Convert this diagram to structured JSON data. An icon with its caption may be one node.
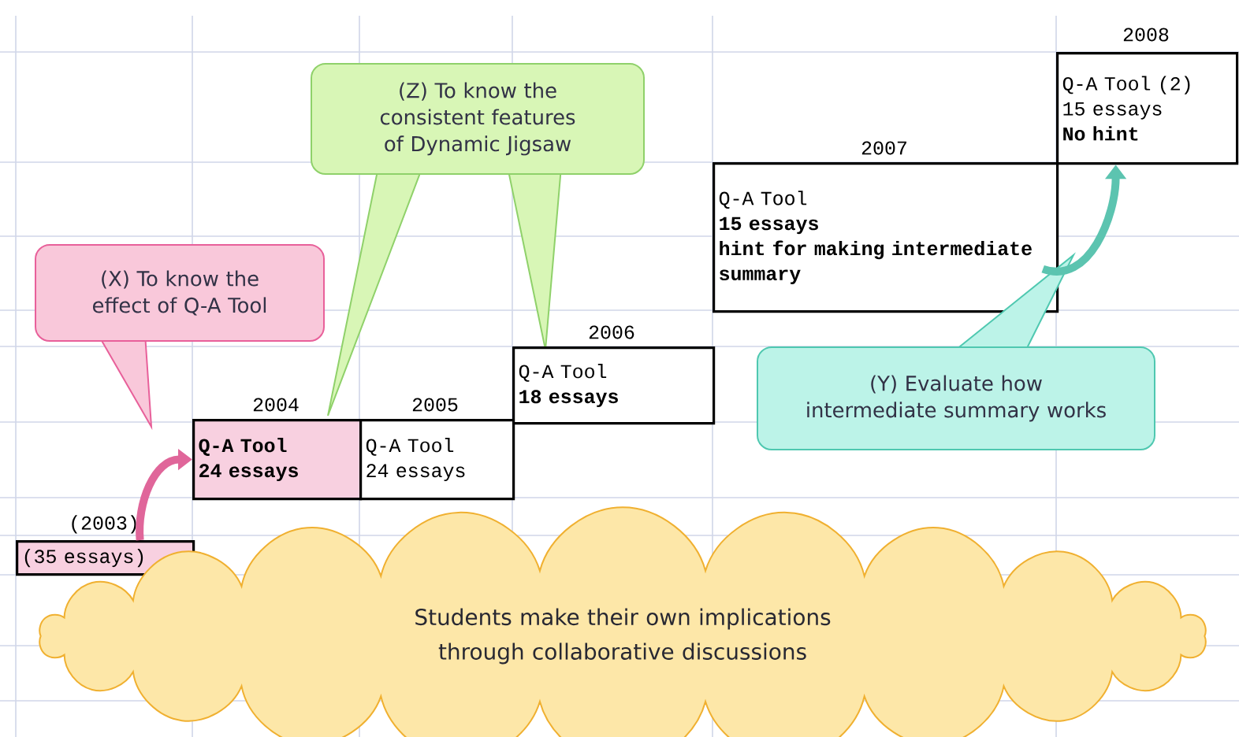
{
  "diagram": {
    "nodes": [
      {
        "text": [
          "(X) To know the effect of Q-A Tool"
        ]
      },
      {
        "text": [
          "(Z) To know the consistent features of Dynamic Jigsaw"
        ]
      },
      {
        "text": [
          "(35 essays)"
        ],
        "beside": [
          "(2003)"
        ]
      },
      {
        "text": [
          "Q-A Tool",
          "24 essays"
        ],
        "beside": [
          "2004"
        ]
      },
      {
        "text": [
          "Q-A Tool",
          "24 essays"
        ],
        "beside": [
          "2005"
        ]
      },
      {
        "text": [
          "Q-A Tool",
          "18 essays"
        ],
        "beside": [
          "2006"
        ]
      },
      {
        "text": [
          "Q-A Tool",
          "15 essays",
          "hint for making intermediate summary"
        ],
        "beside": [
          "2007"
        ]
      },
      {
        "text": [
          "Q-A Tool (2)",
          "15 essays",
          "No hint"
        ],
        "beside": [
          "2008"
        ]
      },
      {
        "text": [
          "(Y) Evaluate how intermediate summary works"
        ]
      },
      {
        "text": [
          "Students make their own implications through collaborative discussions"
        ]
      }
    ],
    "edges": [
      {
        "from": 2,
        "to": 3,
        "arrow": "to",
        "color": "#e0669a"
      },
      {
        "from": 6,
        "to": 7,
        "arrow": "to",
        "color": "#5cc4b0"
      }
    ]
  }
}
